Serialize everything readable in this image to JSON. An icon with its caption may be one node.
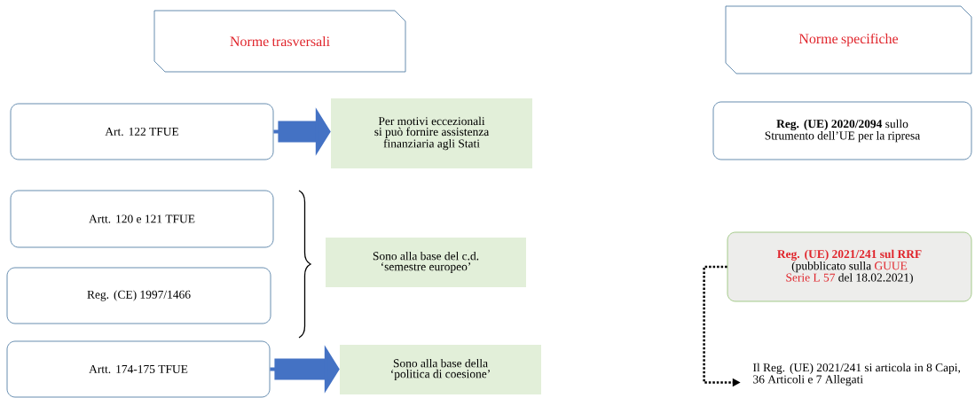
{
  "diagram": {
    "nodes": [
      {
        "text": [
          "Norme trasversali"
        ]
      },
      {
        "text": [
          "Norme specifiche"
        ]
      },
      {
        "text": [
          "Art. 122 TFUE"
        ]
      },
      {
        "text": [
          "Per motivi eccezionali si può fornire assistenza finanziaria agli Stati"
        ]
      },
      {
        "text": [
          "**Reg. (UE) 2020/2094** sullo Strumento dell’UE per la ripresa"
        ]
      },
      {
        "text": [
          "Artt. 120 e 121 TFUE"
        ]
      },
      {
        "text": [
          "Sono alla  base del c.d. ‘semestre europeo’"
        ]
      },
      {
        "text": [
          "Reg. (UE) 2021/241 sul RRF",
          "(pubblicato sulla",
          "GUUE Serie L 57",
          "del 18.02.2021)"
        ]
      },
      {
        "text": [
          "Reg. (CE) 1997/1466"
        ]
      },
      {
        "text": [
          "Artt. 174-175 TFUE"
        ]
      },
      {
        "text": [
          "Sono alla  base della ‘politica di coesione’"
        ]
      },
      {
        "text": [
          "Il Reg. (UE) 2021/241 si articola in 8 Capi, 36 Articoli e 7 Allegati"
        ]
      }
    ],
    "edges": [
      {
        "from": 2,
        "to": 3,
        "arrow": "to"
      },
      {
        "from": 9,
        "to": 10,
        "arrow": "to"
      },
      {
        "from": 7,
        "to": 11,
        "arrow": "to",
        "style": "dashed",
        "color": "#000000"
      }
    ]
  }
}
